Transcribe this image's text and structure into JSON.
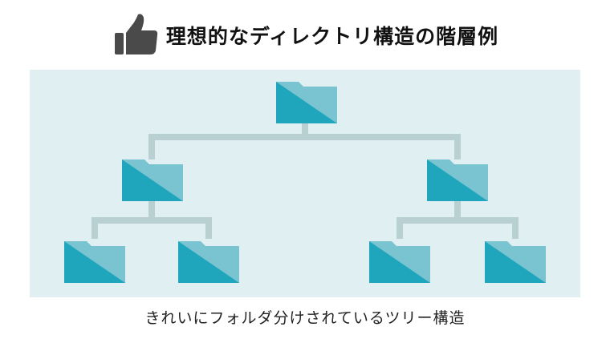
{
  "header": {
    "title": "理想的なディレクトリ構造の階層例",
    "icon": "thumbs-up-icon"
  },
  "caption": "きれいにフォルダ分けされているツリー構造",
  "diagram": {
    "icon": "folder-icon",
    "colors": {
      "panel": "#dfeff2",
      "connector": "#b8d0d1",
      "folder_dark": "#1fa6bd",
      "folder_light": "#79c4d0"
    },
    "tree": {
      "root": "folder",
      "levels": 3,
      "children_per_node": 2,
      "leaf_count": 4
    }
  }
}
